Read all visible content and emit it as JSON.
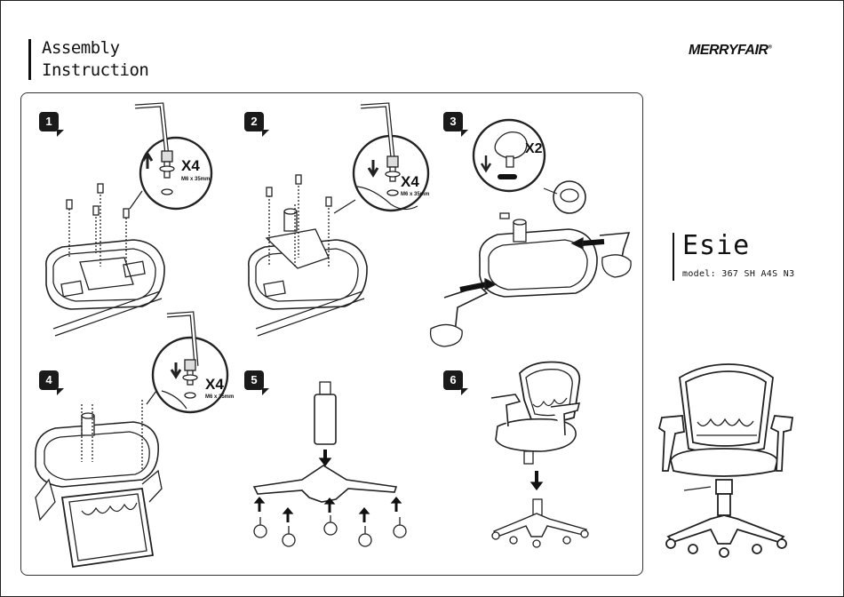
{
  "header": {
    "title_line1": "Assembly",
    "title_line2": "Instruction",
    "brand": "MERRYFAIR",
    "brand_mark": "®"
  },
  "product": {
    "name": "Esie",
    "model_line": "model: 367 SH A4S N3"
  },
  "steps": [
    {
      "number": "1",
      "callout_qty": "X4",
      "callout_spec": "M6 x 35mm"
    },
    {
      "number": "2",
      "callout_qty": "X4",
      "callout_spec": "M6 x 35mm"
    },
    {
      "number": "3",
      "callout_qty": "X2"
    },
    {
      "number": "4",
      "callout_qty": "X4",
      "callout_spec": "M6 x 35mm"
    },
    {
      "number": "5"
    },
    {
      "number": "6"
    }
  ]
}
